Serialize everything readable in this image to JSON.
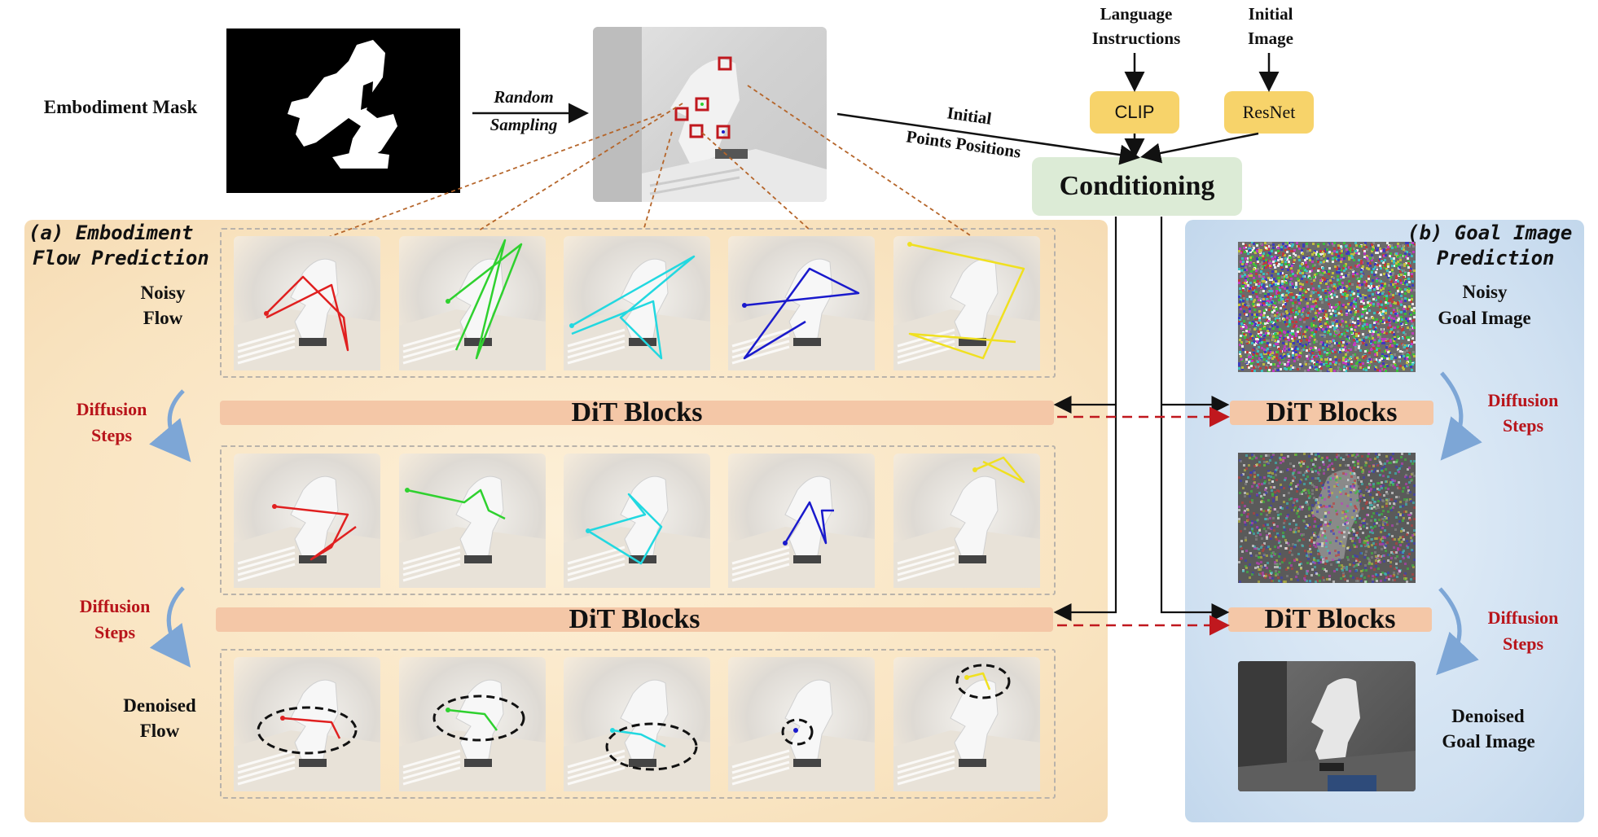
{
  "top": {
    "embodiment_mask_label": "Embodiment Mask",
    "random_sampling": [
      "Random",
      "Sampling"
    ],
    "initial_points_positions": [
      "Initial",
      "Points Positions"
    ],
    "language_instructions": [
      "Language",
      "Instructions"
    ],
    "initial_image": [
      "Initial",
      "Image"
    ],
    "clip_label": "CLIP",
    "resnet_label": "ResNet",
    "conditioning_label": "Conditioning"
  },
  "left_panel": {
    "title": [
      "(a) Embodiment",
      "Flow Prediction"
    ],
    "noisy_flow": [
      "Noisy",
      "Flow"
    ],
    "diffusion_steps": [
      "Diffusion",
      "Steps"
    ],
    "denoised_flow": [
      "Denoised",
      "Flow"
    ],
    "dit_blocks": "DiT Blocks"
  },
  "right_panel": {
    "title": [
      "(b) Goal Image",
      "Prediction"
    ],
    "noisy_goal_image": [
      "Noisy",
      "Goal Image"
    ],
    "diffusion_steps": [
      "Diffusion",
      "Steps"
    ],
    "denoised_goal_image": [
      "Denoised",
      "Goal Image"
    ],
    "dit_blocks": "DiT Blocks"
  },
  "colors": {
    "track_colors": [
      "#e02020",
      "#2fd12f",
      "#22d8e0",
      "#1a1acc",
      "#f0e020"
    ],
    "conditioning_box": "#dcebd6",
    "encoder_box": "#f7d36a",
    "dit_bar": "#f4c7a7",
    "left_panel_bg": "#f9e4c1",
    "right_panel_bg": "#cfe0f1",
    "arrow_dashed_red": "#c0181e"
  }
}
